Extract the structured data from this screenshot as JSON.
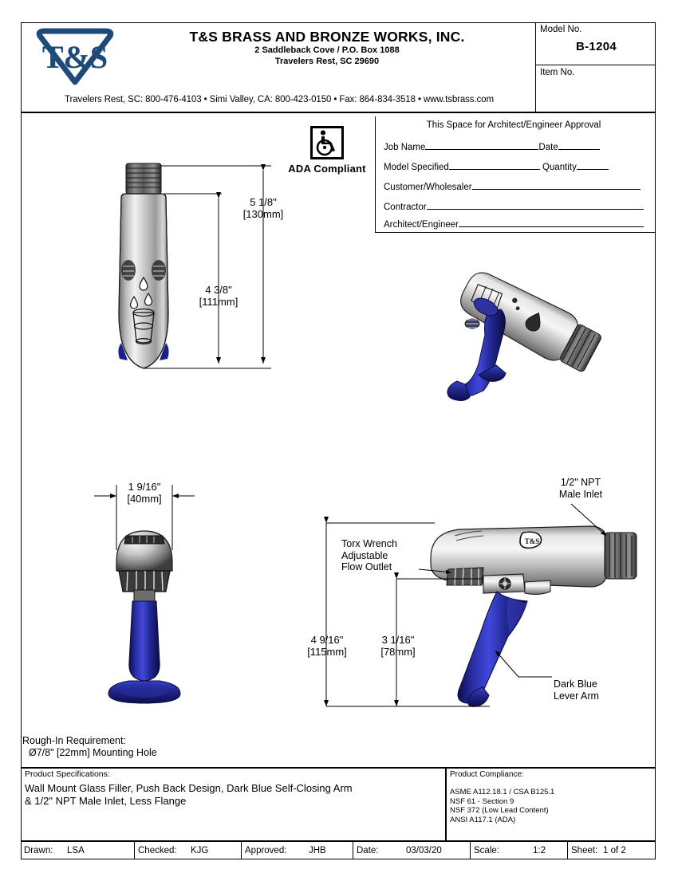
{
  "header": {
    "logo_text": "T&S",
    "company_name": "T&S BRASS AND BRONZE WORKS, INC.",
    "address_line1": "2 Saddleback Cove / P.O. Box 1088",
    "address_line2": "Travelers Rest, SC  29690",
    "contact_line": "Travelers Rest, SC: 800-476-4103 • Simi Valley, CA: 800-423-0150 • Fax: 864-834-3518 • www.tsbrass.com",
    "model_label": "Model No.",
    "model_value": "B-1204",
    "item_label": "Item No.",
    "item_value": ""
  },
  "approval": {
    "title": "This Space for Architect/Engineer Approval",
    "fields": [
      {
        "label": "Job Name",
        "label2": "Date"
      },
      {
        "label": "Model Specified",
        "label2": "Quantity"
      },
      {
        "label": "Customer/Wholesaler",
        "label2": ""
      },
      {
        "label": "Contractor",
        "label2": ""
      },
      {
        "label": "Architect/Engineer",
        "label2": ""
      }
    ]
  },
  "ada": {
    "icon": "wheelchair-icon",
    "label": "ADA Compliant"
  },
  "dimensions": {
    "front_overall": {
      "imperial": "5 1/8\"",
      "metric": "[130mm]"
    },
    "front_body": {
      "imperial": "4 3/8\"",
      "metric": "[111mm]"
    },
    "width": {
      "imperial": "1 9/16\"",
      "metric": "[40mm]"
    },
    "side_overall": {
      "imperial": "4 9/16\"",
      "metric": "[115mm]"
    },
    "side_lever": {
      "imperial": "3 1/16\"",
      "metric": "[78mm]"
    }
  },
  "callouts": {
    "inlet": {
      "line1": "1/2\" NPT",
      "line2": "Male Inlet"
    },
    "outlet": {
      "line1": "Torx Wrench",
      "line2": "Adjustable",
      "line3": "Flow Outlet"
    },
    "lever": {
      "line1": "Dark Blue",
      "line2": "Lever Arm"
    }
  },
  "rough_in": {
    "title": "Rough-In Requirement:",
    "detail": "Ø7/8\" [22mm] Mounting Hole"
  },
  "specifications": {
    "title": "Product Specifications:",
    "line1": "Wall Mount Glass Filler, Push Back Design, Dark Blue Self-Closing Arm",
    "line2": "& 1/2\" NPT Male Inlet, Less Flange"
  },
  "compliance": {
    "title": "Product Compliance:",
    "items": [
      "ASME A112.18.1 / CSA B125.1",
      "NSF 61 - Section 9",
      "NSF 372 (Low Lead Content)",
      "ANSI A117.1 (ADA)"
    ]
  },
  "title_block": {
    "drawn_label": "Drawn:",
    "drawn_value": "LSA",
    "checked_label": "Checked:",
    "checked_value": "KJG",
    "approved_label": "Approved:",
    "approved_value": "JHB",
    "date_label": "Date:",
    "date_value": "03/03/20",
    "scale_label": "Scale:",
    "scale_value": "1:2",
    "sheet_label": "Sheet:",
    "sheet_value": "1   of   2"
  },
  "colors": {
    "brand_blue": "#1d4a78",
    "lever_blue": "#1b1f8c",
    "chrome_light": "#e8e8e8",
    "chrome_mid": "#a8a8a8",
    "chrome_dark": "#4a4a4a",
    "ink": "#000000"
  }
}
